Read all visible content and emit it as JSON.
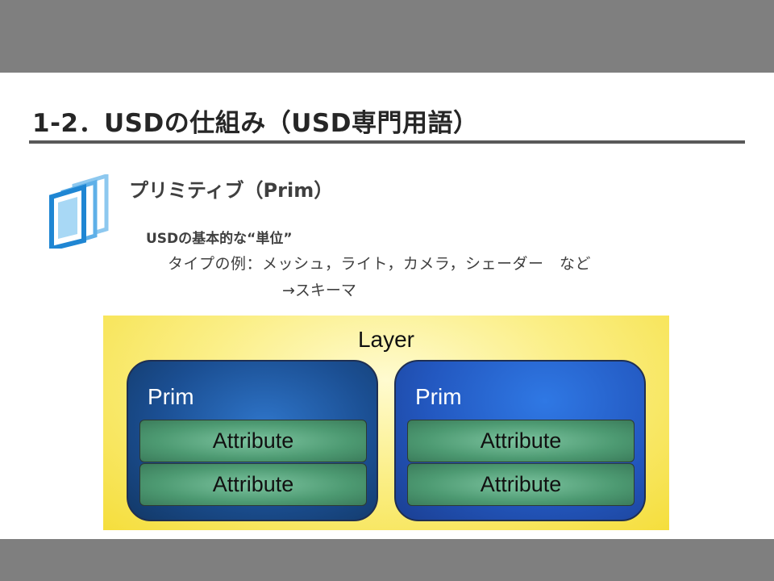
{
  "slide": {
    "title": "1-2．USDの仕組み（USD専門用語）"
  },
  "section": {
    "heading": "プリミティブ（Prim）",
    "line1": "USDの基本的な“単位”",
    "line2": "タイプの例：メッシュ，ライト，カメラ，シェーダー　など",
    "line3": "→スキーマ"
  },
  "diagram": {
    "layer_label": "Layer",
    "prims": [
      {
        "label": "Prim",
        "attributes": [
          "Attribute",
          "Attribute"
        ]
      },
      {
        "label": "Prim",
        "attributes": [
          "Attribute",
          "Attribute"
        ]
      }
    ]
  },
  "colors": {
    "frame_bar": "#7f7f7f",
    "layer_fill": "#f5de3c",
    "prim_fill": "#1b4f93",
    "attribute_fill": "#4d9a72",
    "icon_blue": "#2f8fd6"
  },
  "icons": {
    "prim_icon": "stacked-layers-icon"
  }
}
